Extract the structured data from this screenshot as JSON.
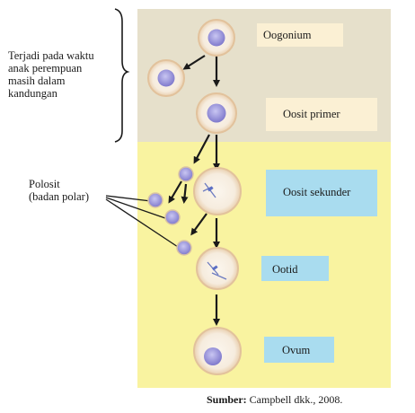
{
  "side_note": {
    "line1": "Terjadi pada waktu",
    "line2": "anak perempuan",
    "line3": "masih dalam",
    "line4": "kandungan"
  },
  "polosit_label": {
    "line1": "Polosit",
    "line2": "(badan polar)"
  },
  "stages": {
    "oogonium": "Oogonium",
    "oosit_primer": "Oosit primer",
    "oosit_sekunder": "Oosit sekunder",
    "ootid": "Ootid",
    "ovum": "Ovum"
  },
  "source": {
    "prefix": "Sumber:",
    "text": "Campbell dkk., 2008."
  },
  "colors": {
    "upper_panel": "#e6e0cb",
    "lower_panel": "#f9f3a0",
    "tan_box": "#fbf0d4",
    "blue_box": "#a9dcef",
    "cell_fill": "#f8efe2",
    "cell_ring": "#e6c9a6",
    "nucleus": "#8f8ad6",
    "arrow": "#1a1a1a"
  }
}
